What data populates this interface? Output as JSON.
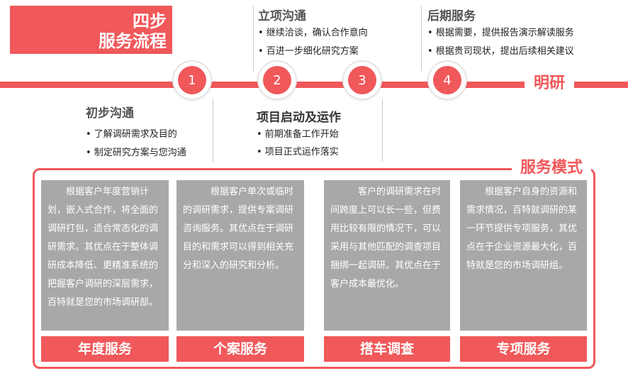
{
  "title": {
    "line1": "四步",
    "line2": "服务流程"
  },
  "brand": "明研",
  "steps": [
    {
      "number": "1",
      "title": "初步沟通",
      "bullets": [
        "• 了解调研需求及目的",
        "•  制定研究方案与您沟通"
      ]
    },
    {
      "number": "2",
      "title": "立项沟通",
      "bullets": [
        "• 继续洽谈，确认合作意向",
        "• 百进一步细化研究方案"
      ]
    },
    {
      "number": "3",
      "title": "项目启动及运作",
      "bullets": [
        "• 前期准备工作开始",
        "• 项目正式运作落实"
      ]
    },
    {
      "number": "4",
      "title": "后期服务",
      "bullets": [
        "• 根据需要，提供报告演示解读服务",
        "• 根据贵司现状，提出后续相关建议"
      ]
    }
  ],
  "service_mode": {
    "label": "服务模式",
    "cards": [
      {
        "text": "根据客户年度营销计划，嵌入式合作，将全面的调研打包，适合常态化的调研需求。其优点在于整体调研成本降低、更精准系统的把握客户调研的深层需求，百特就是您的市场调研部。",
        "label": "年度服务"
      },
      {
        "text": "根据客户单次或临时的调研需求，提供专案调研咨询服务。其优点在于调研目的和需求可以得到相关充分和深入的研究和分析。",
        "label": "个案服务"
      },
      {
        "text": "客户的调研需求在时间跨度上可以长一些，但费用比较有限的情况下，可以采用与其他匹配的调查项目捆绑一起调研。其优点在于客户成本最优化。",
        "label": "搭车调查"
      },
      {
        "text": "根据客户自身的资源和需求情况，百特就调研的某一环节提供专项服务，其优点在于企业资源最大化，百特就是您的市场调研组。",
        "label": "专项服务"
      }
    ]
  },
  "colors": {
    "accent": "#f0585a",
    "card": "#a8a8a8"
  }
}
